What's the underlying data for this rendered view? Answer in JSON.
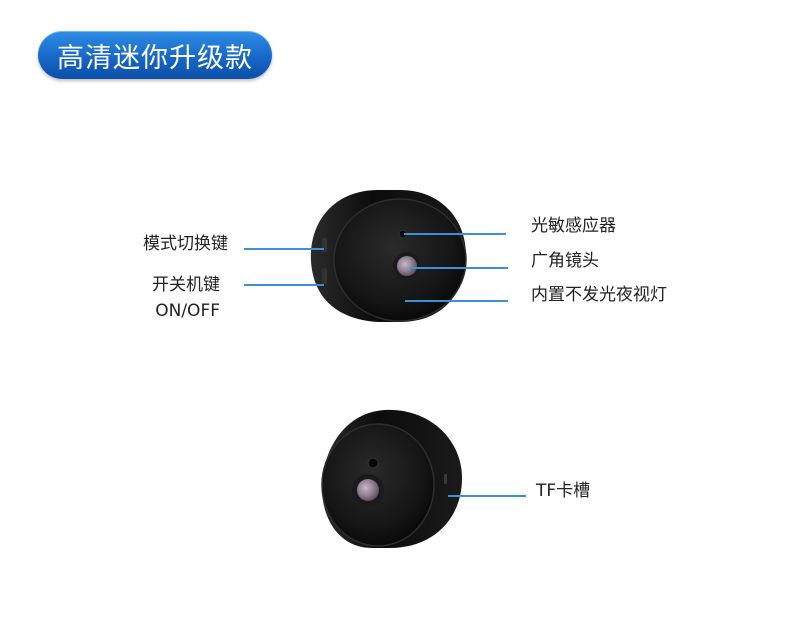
{
  "title": "高清迷你升级款",
  "colors": {
    "title_pill": "#1767c8",
    "leader_line": "#3f8fd6",
    "camera_body": "#111111",
    "lens": "#8a7c8e"
  },
  "top_view": {
    "labels_left": {
      "mode_key": "模式切换键",
      "power_key_cn": "开关机键",
      "power_key_en": "ON/OFF"
    },
    "labels_right": {
      "light_sensor": "光敏感应器",
      "wide_lens": "广角镜头",
      "night_vision": "内置不发光夜视灯"
    }
  },
  "bottom_view": {
    "labels_right": {
      "tf_slot": "TF卡槽"
    }
  }
}
